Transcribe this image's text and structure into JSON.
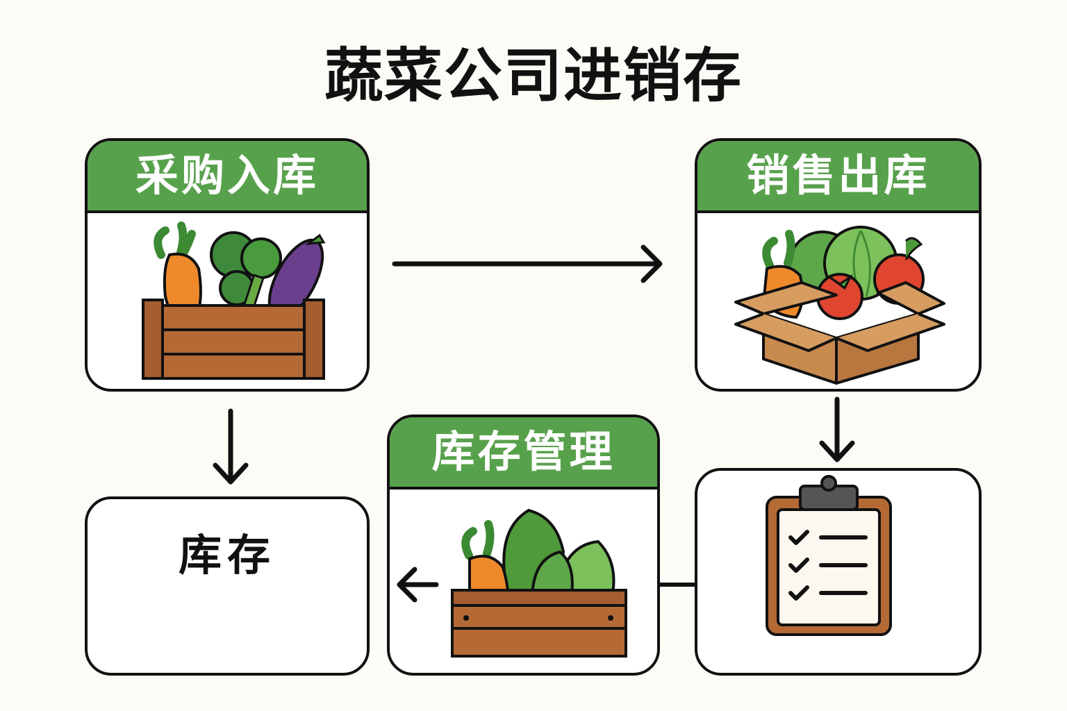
{
  "title": "蔬菜公司进销存",
  "cards": {
    "purchase": {
      "label": "采购入库",
      "icon": "vegetable-crate-icon"
    },
    "sales": {
      "label": "销售出库",
      "icon": "vegetable-box-icon"
    },
    "manage": {
      "label": "库存管理",
      "icon": "greens-crate-icon"
    },
    "inventory": {
      "label": "库存"
    },
    "checklist": {
      "icon": "clipboard-checklist-icon"
    }
  },
  "colors": {
    "header_green": "#58a14c",
    "outline": "#111111",
    "wood": "#b56a36",
    "carrot": "#ef8a2c",
    "leaf": "#4f9a3a",
    "background": "#fcfbf6"
  }
}
